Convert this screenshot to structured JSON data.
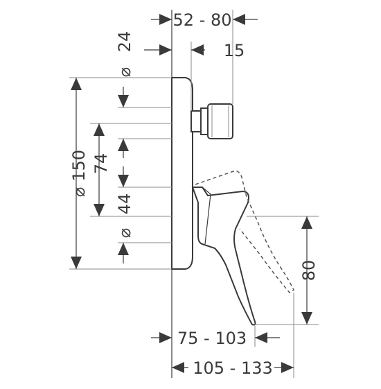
{
  "labels": {
    "depth_range": "52 - 80",
    "depth_24": "24",
    "offset_15": "15",
    "dia_150": "150",
    "dim_74": "74",
    "dim_44": "44",
    "dim_80": "80",
    "reach_75_103": "75 - 103",
    "reach_105_133": "105 - 133",
    "diameter_symbol": "⌀"
  }
}
